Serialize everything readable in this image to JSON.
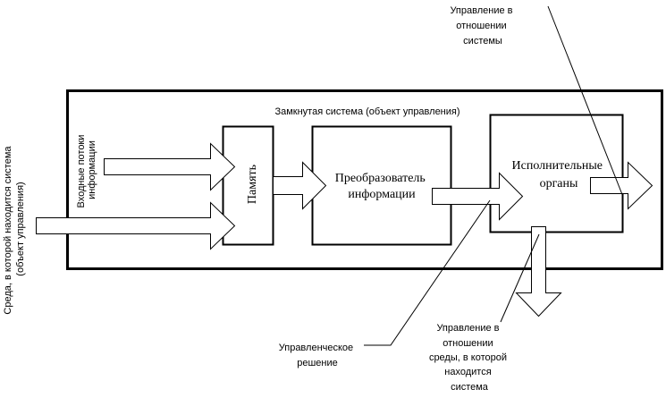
{
  "labels": {
    "system_title": "Замкнутая система (объект управления)",
    "environment_line1": "Среда, в которой находится система",
    "environment_line2": "(объект управления)",
    "input_flows_line1": "Входные потоки",
    "input_flows_line2": "информации",
    "memory": "Память",
    "converter_line1": "Преобразователь",
    "converter_line2": "информации",
    "actuators_line1": "Исполнительные",
    "actuators_line2": "органы",
    "control_system_line1": "Управление в",
    "control_system_line2": "отношении",
    "control_system_line3": "системы",
    "control_decision_line1": "Управленческое",
    "control_decision_line2": "решение",
    "control_env_line1": "Управление в",
    "control_env_line2": "отношении",
    "control_env_line3": "среды, в которой",
    "control_env_line4": "находится",
    "control_env_line5": "система"
  }
}
